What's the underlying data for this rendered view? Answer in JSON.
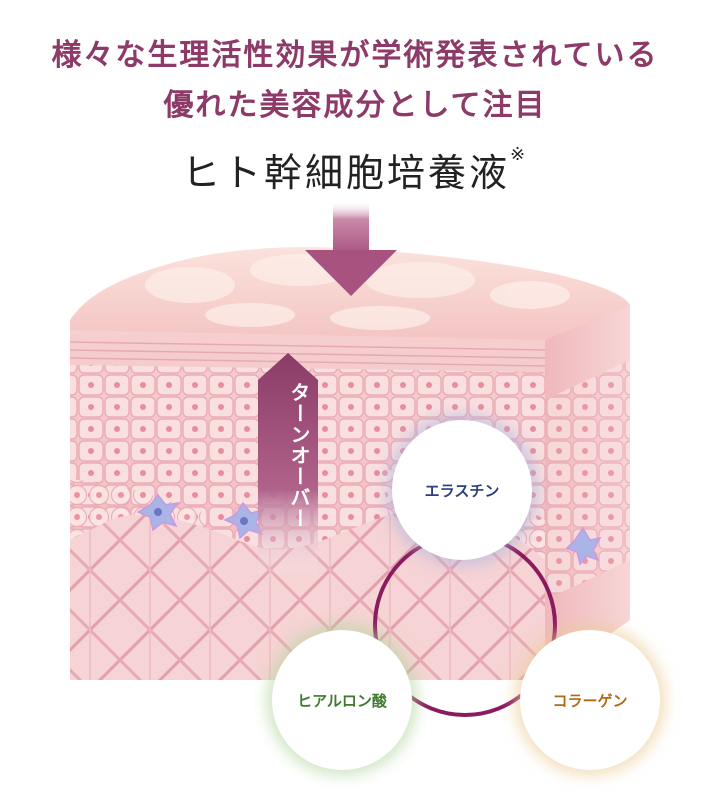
{
  "headline": {
    "line1": "様々な生理活性効果が学術発表されている",
    "line2": "優れた美容成分として注目"
  },
  "title": {
    "text": "ヒト幹細胞培養液",
    "mark": "※"
  },
  "diagram": {
    "turnover_label": "ターンオーバー",
    "components": {
      "elastin": "エラスチン",
      "hyaluronic_acid": "ヒアルロン酸",
      "collagen": "コラーゲン"
    },
    "colors": {
      "headline": "#8e3a68",
      "arrow": "#a8537f",
      "elastin_text": "#2d3e7c",
      "hyaluronic_text": "#3f7a2f",
      "collagen_text": "#b06a16",
      "ring": "#8a1b5e",
      "skin": "#f3c9c8"
    }
  }
}
